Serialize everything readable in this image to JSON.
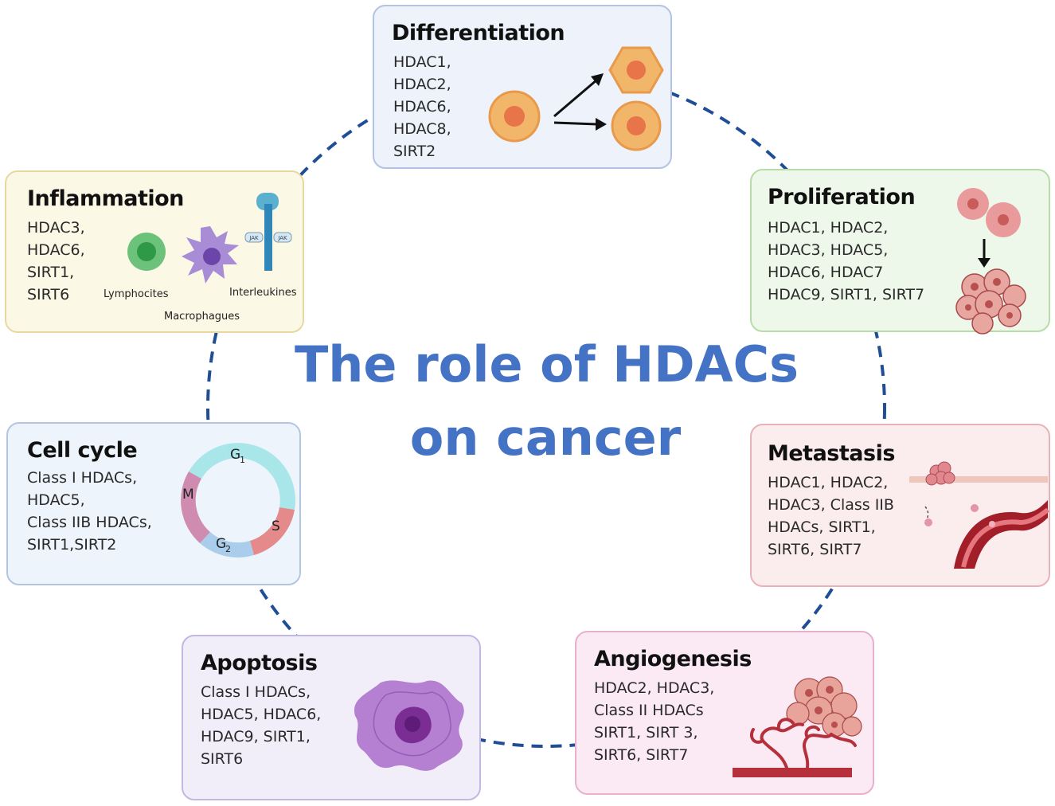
{
  "title_line1": "The role of HDACs",
  "title_line2": "on cancer",
  "colors": {
    "title": "#4472c4",
    "ring": "#1f4e96"
  },
  "boxes": {
    "differentiation": {
      "title": "Differentiation",
      "lines": [
        "HDAC1,",
        "HDAC2,",
        "HDAC6,",
        "HDAC8,",
        "SIRT2"
      ]
    },
    "inflammation": {
      "title": "Inflammation",
      "lines": [
        "HDAC3,",
        "HDAC6,",
        "SIRT1,",
        "SIRT6"
      ],
      "labels": {
        "lymphocytes": "Lymphocites",
        "macrophages": "Macrophagues",
        "interleukines": "Interleukines",
        "jak_left": "JAK",
        "jak_right": "JAK"
      }
    },
    "proliferation": {
      "title": "Proliferation",
      "lines": [
        "HDAC1, HDAC2,",
        "HDAC3, HDAC5,",
        "HDAC6, HDAC7",
        "HDAC9, SIRT1, SIRT7"
      ]
    },
    "cellcycle": {
      "title": "Cell cycle",
      "lines": [
        "Class I HDACs,",
        "HDAC5,",
        "Class IIB HDACs,",
        "SIRT1,SIRT2"
      ],
      "phases": {
        "g1": "G",
        "g1_sub": "1",
        "s": "S",
        "g2": "G",
        "g2_sub": "2",
        "m": "M"
      }
    },
    "metastasis": {
      "title": "Metastasis",
      "lines": [
        "HDAC1, HDAC2,",
        "HDAC3, Class IIB",
        "HDACs, SIRT1,",
        "SIRT6, SIRT7"
      ]
    },
    "apoptosis": {
      "title": "Apoptosis",
      "lines": [
        "Class I HDACs,",
        "HDAC5, HDAC6,",
        "HDAC9, SIRT1,",
        "SIRT6"
      ]
    },
    "angiogenesis": {
      "title": "Angiogenesis",
      "lines": [
        "HDAC2, HDAC3,",
        "Class II HDACs",
        "SIRT1, SIRT 3,",
        "SIRT6, SIRT7"
      ]
    }
  }
}
